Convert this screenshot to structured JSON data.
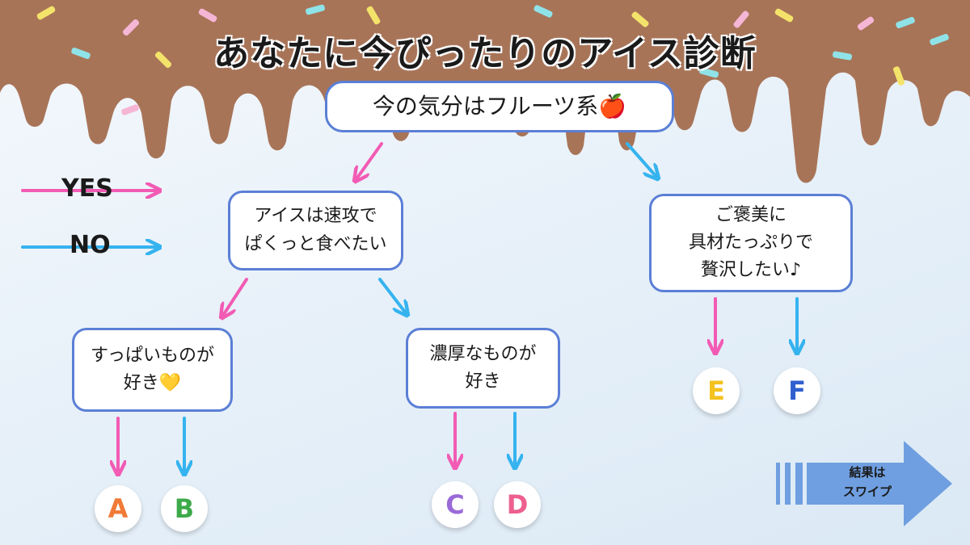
{
  "title": "あなたに今ぴったりのアイス診断",
  "legend": {
    "yes": {
      "label": "YES",
      "color": "#f25bb4"
    },
    "no": {
      "label": "NO",
      "color": "#35b3ef"
    }
  },
  "nodes": {
    "root": "今の気分はフルーツ系🍎",
    "speed": "アイスは速攻で\nぱくっと食べたい",
    "toppings": "ご褒美に\n具材たっぷりで\n贅沢したい♪",
    "sour": "すっぱいものが\n好き💛",
    "rich": "濃厚なものが\n好き"
  },
  "results": [
    {
      "letter": "A",
      "color": "#f07a36"
    },
    {
      "letter": "B",
      "color": "#3daa4a"
    },
    {
      "letter": "C",
      "color": "#9a6ad8"
    },
    {
      "letter": "D",
      "color": "#ec5f8f"
    },
    {
      "letter": "E",
      "color": "#f4c21f"
    },
    {
      "letter": "F",
      "color": "#2f5fcf"
    }
  ],
  "swipe": {
    "text": "結果は\nスワイプ"
  },
  "colors": {
    "drip": "#a87458",
    "node_border": "#5b7fd6",
    "swipe_arrow": "#6f9fe0"
  }
}
